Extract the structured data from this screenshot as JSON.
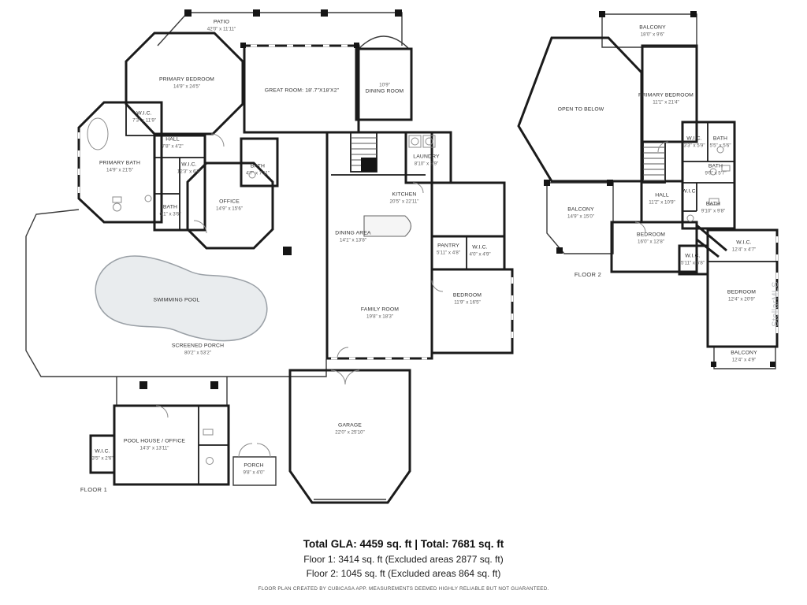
{
  "watermark": "StellarMLS",
  "footer": {
    "total_line": "Total GLA: 4459 sq. ft | Total: 7681 sq. ft",
    "floor1_line": "Floor 1: 3414 sq. ft (Excluded areas 2877 sq. ft)",
    "floor2_line": "Floor 2: 1045 sq. ft (Excluded areas 864 sq. ft)",
    "disclaimer": "FLOOR PLAN CREATED BY CUBICASA APP. MEASUREMENTS DEEMED HIGHLY RELIABLE BUT NOT GUARANTEED."
  },
  "floor1": {
    "label": "FLOOR 1",
    "rooms": {
      "patio": {
        "name": "PATIO",
        "dims": "42'0\" x 11'11\""
      },
      "primary_bedroom": {
        "name": "PRIMARY BEDROOM",
        "dims": "14'9\" x 24'5\""
      },
      "wic_primary": {
        "name": "W.I.C.",
        "dims": "7'3\" x 11'9\""
      },
      "great_room": {
        "name": "GREAT ROOM: 18'.7\"X18'X2\"",
        "dims": ""
      },
      "dining_room": {
        "name": "DINING ROOM",
        "dims": "10'9\""
      },
      "hall": {
        "name": "HALL",
        "dims": "7'8\" x 4'2\""
      },
      "primary_bath": {
        "name": "PRIMARY BATH",
        "dims": "14'9\" x 21'5\""
      },
      "wic_hall": {
        "name": "W.I.C.",
        "dims": "12'3\" x 6'9\""
      },
      "bath_office": {
        "name": "BATH",
        "dims": "4'7\" x 7'11\""
      },
      "laundry": {
        "name": "LAUNDRY",
        "dims": "8'10\" x 9'9\""
      },
      "office": {
        "name": "OFFICE",
        "dims": "14'9\" x 15'6\""
      },
      "bath_hall": {
        "name": "BATH",
        "dims": "6'1\" x 3'6\""
      },
      "kitchen": {
        "name": "KITCHEN",
        "dims": "20'5\" x 22'11\""
      },
      "dining_area": {
        "name": "DINING AREA",
        "dims": "14'1\" x 13'8\""
      },
      "pantry": {
        "name": "PANTRY",
        "dims": "5'11\" x 4'8\""
      },
      "wic_bedroom": {
        "name": "W.I.C.",
        "dims": "4'0\" x 4'9\""
      },
      "swimming_pool": {
        "name": "SWIMMING POOL",
        "dims": ""
      },
      "bedroom": {
        "name": "BEDROOM",
        "dims": "11'9\" x 16'5\""
      },
      "family_room": {
        "name": "FAMILY ROOM",
        "dims": "19'8\" x 18'3\""
      },
      "screened_porch": {
        "name": "SCREENED PORCH",
        "dims": "80'2\" x 53'2\""
      },
      "pool_house": {
        "name": "POOL HOUSE / OFFICE",
        "dims": "14'3\" x 13'11\""
      },
      "wic_pool": {
        "name": "W.I.C.",
        "dims": "3'5\" x 2'6\""
      },
      "porch": {
        "name": "PORCH",
        "dims": "9'8\" x 4'0\""
      },
      "garage": {
        "name": "GARAGE",
        "dims": "22'0\" x 25'10\""
      }
    }
  },
  "floor2": {
    "label": "FLOOR 2",
    "rooms": {
      "balcony_top": {
        "name": "BALCONY",
        "dims": "18'0\" x 9'6\""
      },
      "open_to_below": {
        "name": "OPEN TO BELOW",
        "dims": ""
      },
      "primary_bedroom": {
        "name": "PRIMARY BEDROOM",
        "dims": "11'1\" x 21'4\""
      },
      "wic_a": {
        "name": "W.I.C.",
        "dims": "3'3\" x 5'9\""
      },
      "bath_a": {
        "name": "BATH",
        "dims": "5'5\" x 5'6\""
      },
      "bath_b": {
        "name": "BATH",
        "dims": "9'0\" x 5'7\""
      },
      "hall": {
        "name": "HALL",
        "dims": "11'2\" x 10'9\""
      },
      "wic_b": {
        "name": "W.I.C.",
        "dims": ""
      },
      "bath_c": {
        "name": "BATH",
        "dims": "9'10\" x 9'8\""
      },
      "balcony_left": {
        "name": "BALCONY",
        "dims": "14'9\" x 15'0\""
      },
      "bedroom_a": {
        "name": "BEDROOM",
        "dims": "16'0\" x 12'8\""
      },
      "wic_c": {
        "name": "W.I.C.",
        "dims": "5'11\" x 5'8\""
      },
      "wic_d": {
        "name": "W.I.C.",
        "dims": "12'4\" x 4'7\""
      },
      "bedroom_b": {
        "name": "BEDROOM",
        "dims": "12'4\" x 20'9\""
      },
      "balcony_bottom": {
        "name": "BALCONY",
        "dims": "12'4\" x 4'9\""
      }
    }
  }
}
